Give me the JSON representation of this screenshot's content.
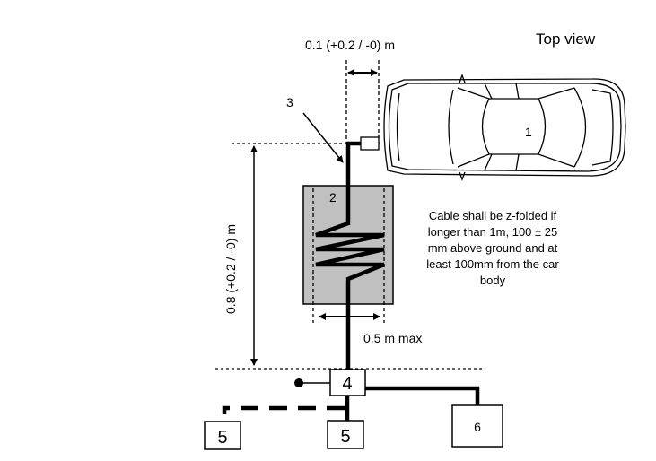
{
  "title": "Top view",
  "labels": {
    "gap_dimension": "0.1 (+0.2 / -0) m",
    "height_dimension": "0.8 (+0.2 / -0) m",
    "width_dimension": "0.5 m max",
    "note": [
      "Cable shall be z-folded if",
      "longer than 1m, 100 ± 25",
      "mm above ground and at",
      "least 100mm from the car",
      "body"
    ]
  },
  "components": {
    "car": "1",
    "fold_area": "2",
    "cable": "3",
    "junction": "4",
    "load_left": "5",
    "load_center": "5",
    "unit_right": "6"
  },
  "colors": {
    "fold_area_fill": "#c0c0c0",
    "line": "#000000"
  }
}
